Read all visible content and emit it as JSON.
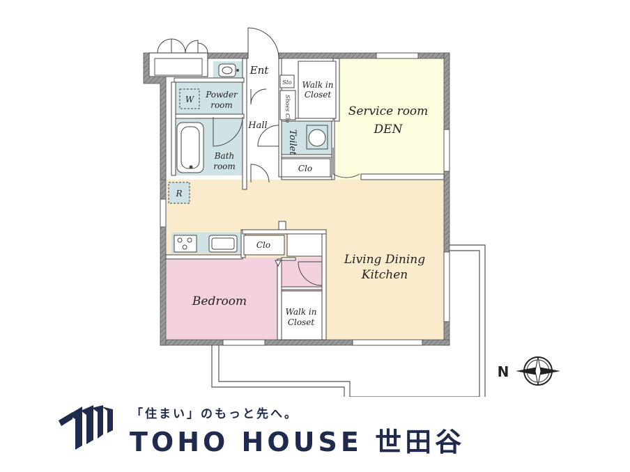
{
  "rooms": {
    "entrance": "Ent",
    "storage": "Sto",
    "walk_in_closet_top": "Walk in\nCloset",
    "shoes_closet": "Shoes Clo",
    "powder_room": "Powder\nroom",
    "washer": "W",
    "hall": "Hall",
    "toilet": "Toilet",
    "closet_small": "Clo",
    "bath_room": "Bath\nroom",
    "refrigerator": "R",
    "service_room": "Service room\nDEN",
    "living_dining_kitchen": "Living Dining\nKitchen",
    "kitchen_closet": "Clo",
    "bedroom": "Bedroom",
    "walk_in_closet_bottom": "Walk in\nCloset"
  },
  "compass": {
    "label": "N"
  },
  "brand": {
    "tagline": "「住まい」のもっと先へ。",
    "name": "TOHO HOUSE 世田谷"
  },
  "colors": {
    "ldk": "#f9ebcc",
    "service_room": "#fefde0",
    "bedroom": "#f3d1de",
    "wet_area": "#cfe3e6",
    "wall": "#8a8a8a",
    "brand": "#1f2a4d"
  }
}
